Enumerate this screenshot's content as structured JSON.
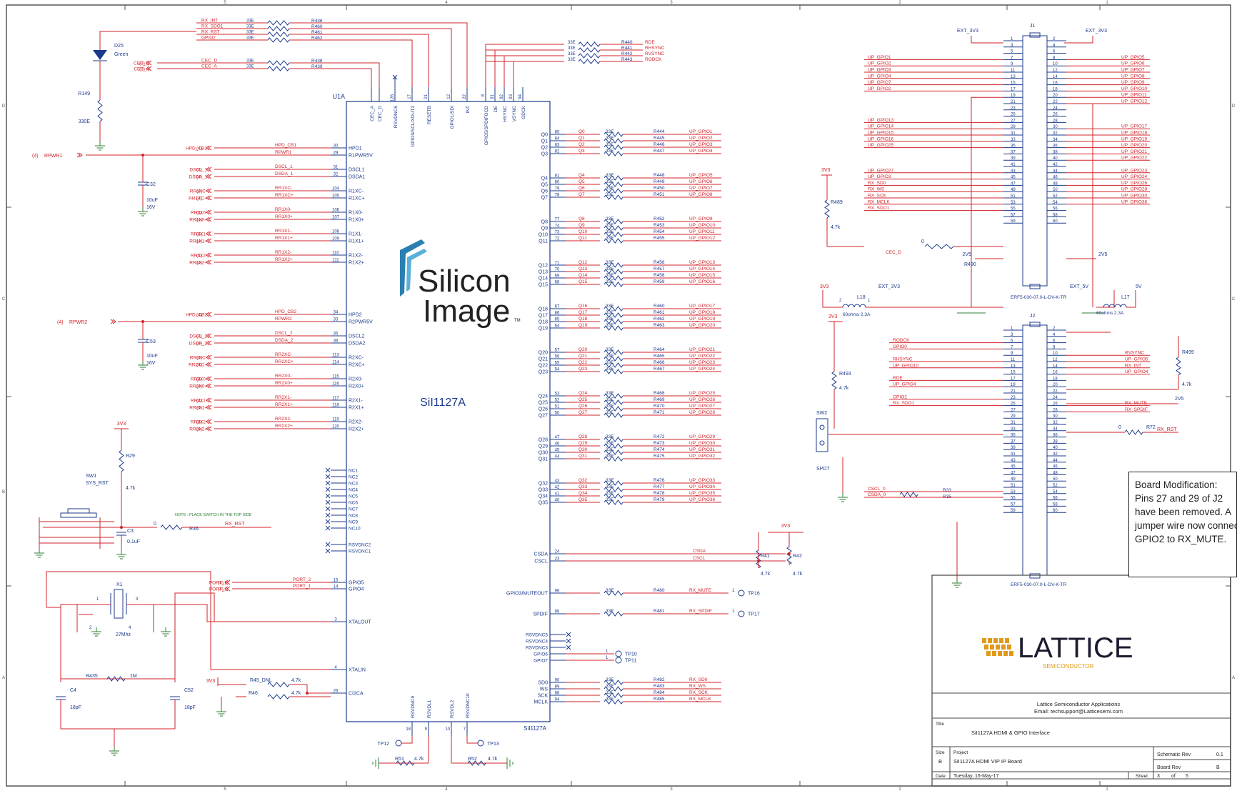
{
  "schematic": {
    "chip": {
      "ref": "U1A",
      "part": "SiI1127A",
      "part_footer": "SiI1127A",
      "logo_line1": "Silicon",
      "logo_line2": "Image",
      "logo_tm": "TM"
    },
    "top_pins": [
      "CEC_A",
      "CEC_D",
      "RSVDNC6",
      "GPIO0/SCL/XOUT2",
      "RESETB",
      "GPIO1/SDI",
      "INT",
      "GPIO5/SPDIFOCD",
      "DE",
      "HSYNC",
      "VSYNC",
      "ODCK"
    ],
    "left_pins": [
      {
        "num": "30",
        "name": "HPD1",
        "net": "HPD_CB1"
      },
      {
        "num": "29",
        "name": "R1PWR5V",
        "net": "RPWR1"
      },
      {
        "num": "31",
        "name": "DSCL1",
        "net": "DSCL_1"
      },
      {
        "num": "32",
        "name": "DSDA1",
        "net": "DSDA_1"
      },
      {
        "num": "104",
        "name": "R1XC-",
        "net": "RR1XC-"
      },
      {
        "num": "105",
        "name": "R1XC+",
        "net": "RR1XC+"
      },
      {
        "num": "106",
        "name": "R1X0-",
        "net": "RR1X0-"
      },
      {
        "num": "107",
        "name": "R1X0+",
        "net": "RR1X0+"
      },
      {
        "num": "108",
        "name": "R1X1-",
        "net": "RR1X1-"
      },
      {
        "num": "109",
        "name": "R1X1+",
        "net": "RR1X1+"
      },
      {
        "num": "110",
        "name": "R1X2-",
        "net": "RR1X2-"
      },
      {
        "num": "111",
        "name": "R1X2+",
        "net": "RR1X2+"
      },
      {
        "num": "34",
        "name": "HPD2",
        "net": "HPD_CB2"
      },
      {
        "num": "33",
        "name": "R2PWR5V",
        "net": "RPWR2"
      },
      {
        "num": "35",
        "name": "DSCL2",
        "net": "DSCL_2"
      },
      {
        "num": "36",
        "name": "DSDA2",
        "net": "DSDA_2"
      },
      {
        "num": "113",
        "name": "R2XC-",
        "net": "RR2XC-"
      },
      {
        "num": "114",
        "name": "R2XC+",
        "net": "RR2XC+"
      },
      {
        "num": "115",
        "name": "R2X0-",
        "net": "RR2X0-"
      },
      {
        "num": "116",
        "name": "R2X0+",
        "net": "RR2X0+"
      },
      {
        "num": "117",
        "name": "R2X1-",
        "net": "RR2X1-"
      },
      {
        "num": "118",
        "name": "R2X1+",
        "net": "RR2X1+"
      },
      {
        "num": "119",
        "name": "R2X2-",
        "net": "RR2X2-"
      },
      {
        "num": "120",
        "name": "R2X2+",
        "net": "RR2X2+"
      }
    ],
    "nc_pins": [
      "NC1",
      "NC2",
      "NC3",
      "NC4",
      "NC5",
      "NC6",
      "NC7",
      "NC8",
      "NC9",
      "NC10"
    ],
    "rsvd_left": [
      "RSVDNC2",
      "RSVDNC1"
    ],
    "gpio_left": [
      {
        "num": "15",
        "name": "GPIO5",
        "net": "PORT_2"
      },
      {
        "num": "14",
        "name": "GPIO4",
        "net": "PORT_1"
      }
    ],
    "xtal_pins": [
      {
        "num": "3",
        "name": "XTALOUT"
      },
      {
        "num": "4",
        "name": "XTALIN"
      },
      {
        "num": "26",
        "name": "CI2CA"
      }
    ],
    "q_groups": [
      {
        "pins": [
          [
            "Q0",
            "85"
          ],
          [
            "Q1",
            "84"
          ],
          [
            "Q2",
            "83"
          ],
          [
            "Q3",
            "82"
          ]
        ],
        "res": [
          "R444",
          "R445",
          "R446",
          "R447"
        ],
        "nets": [
          "UP_GPIO1",
          "UP_GPIO2",
          "UP_GPIO3",
          "UP_GPIO4"
        ]
      },
      {
        "pins": [
          [
            "Q4",
            "81"
          ],
          [
            "Q5",
            "80"
          ],
          [
            "Q6",
            "79"
          ],
          [
            "Q7",
            "78"
          ]
        ],
        "res": [
          "R448",
          "R449",
          "R450",
          "R451"
        ],
        "nets": [
          "UP_GPIO5",
          "UP_GPIO6",
          "UP_GPIO7",
          "UP_GPIO8"
        ]
      },
      {
        "pins": [
          [
            "Q8",
            "77"
          ],
          [
            "Q9",
            "74"
          ],
          [
            "Q10",
            "73"
          ],
          [
            "Q11",
            "72"
          ]
        ],
        "res": [
          "R452",
          "R453",
          "R454",
          "R455"
        ],
        "nets": [
          "UP_GPIO9",
          "UP_GPIO10",
          "UP_GPIO11",
          "UP_GPIO12"
        ]
      },
      {
        "pins": [
          [
            "Q12",
            "71"
          ],
          [
            "Q13",
            "70"
          ],
          [
            "Q14",
            "69"
          ],
          [
            "Q15",
            "68"
          ]
        ],
        "res": [
          "R456",
          "R457",
          "R458",
          "R459"
        ],
        "nets": [
          "UP_GPIO13",
          "UP_GPIO14",
          "UP_GPIO15",
          "UP_GPIO16"
        ]
      },
      {
        "pins": [
          [
            "Q16",
            "67"
          ],
          [
            "Q17",
            "66"
          ],
          [
            "Q18",
            "65"
          ],
          [
            "Q19",
            "64"
          ]
        ],
        "res": [
          "R460",
          "R461",
          "R462",
          "R463"
        ],
        "nets": [
          "UP_GPIO17",
          "UP_GPIO18",
          "UP_GPIO19",
          "UP_GPIO20"
        ]
      },
      {
        "pins": [
          [
            "Q20",
            "57"
          ],
          [
            "Q21",
            "56"
          ],
          [
            "Q22",
            "55"
          ],
          [
            "Q23",
            "54"
          ]
        ],
        "res": [
          "R464",
          "R465",
          "R466",
          "R467"
        ],
        "nets": [
          "UP_GPIO21",
          "UP_GPIO22",
          "UP_GPIO23",
          "UP_GPIO24"
        ]
      },
      {
        "pins": [
          [
            "Q24",
            "53"
          ],
          [
            "Q25",
            "52"
          ],
          [
            "Q26",
            "51"
          ],
          [
            "Q27",
            "50"
          ]
        ],
        "res": [
          "R468",
          "R469",
          "R470",
          "R471"
        ],
        "nets": [
          "UP_GPIO25",
          "UP_GPIO26",
          "UP_GPIO27",
          "UP_GPIO28"
        ]
      },
      {
        "pins": [
          [
            "Q28",
            "47"
          ],
          [
            "Q29",
            "46"
          ],
          [
            "Q30",
            "45"
          ],
          [
            "Q31",
            "44"
          ]
        ],
        "res": [
          "R472",
          "R473",
          "R474",
          "R475"
        ],
        "nets": [
          "UP_GPIO29",
          "UP_GPIO30",
          "UP_GPIO31",
          "UP_GPIO32"
        ]
      },
      {
        "pins": [
          [
            "Q32",
            "43"
          ],
          [
            "Q33",
            "42"
          ],
          [
            "Q34",
            "41"
          ],
          [
            "Q35",
            "40"
          ]
        ],
        "res": [
          "R476",
          "R477",
          "R478",
          "R479"
        ],
        "nets": [
          "UP_GPIO33",
          "UP_GPIO34",
          "UP_GPIO35",
          "UP_GPIO36"
        ]
      }
    ],
    "right_misc": {
      "csda": {
        "pin": "CSDA",
        "num": "24",
        "net": "CSDA"
      },
      "cscl": {
        "pin": "CSCL",
        "num": "23",
        "net": "CSCL"
      },
      "mute": {
        "pin": "GPIO3/MUTEOUT",
        "num": "96",
        "res": "R480",
        "net": "RX_MUTE",
        "tp": "TP16"
      },
      "spdif": {
        "pin": "SPDIF",
        "num": "95",
        "res": "R481",
        "net": "RX_SPDIF",
        "tp": "TP17"
      },
      "rsvd": [
        "RSVDNC5",
        "RSVDNC4",
        "RSVDNC3"
      ],
      "gpio6": {
        "pin": "GPIO6",
        "tp": "TP10"
      },
      "gpio7": {
        "pin": "GPIO7",
        "tp": "TP11"
      },
      "audio": [
        {
          "pin": "SD0",
          "num": "90",
          "res": "R482",
          "net": "RX_SD0"
        },
        {
          "pin": "WS",
          "num": "89",
          "res": "R483",
          "net": "RX_WS"
        },
        {
          "pin": "SCK",
          "num": "88",
          "res": "R484",
          "net": "RX_SCK"
        },
        {
          "pin": "MCLK",
          "num": "94",
          "res": "R485",
          "net": "RX_MCLK"
        }
      ],
      "res_value": "33E"
    },
    "bottom_pins": [
      "RSVDNC9",
      "RSVDL1",
      "RSVDL2",
      "RSVDNC10"
    ],
    "top_left_res": {
      "nets": [
        "RX_INT",
        "RX_SDO1",
        "RX_RST",
        "GPIO2"
      ],
      "refs": [
        "R436",
        "R460",
        "R461",
        "R462"
      ],
      "value": "33E"
    },
    "cec_res": {
      "nets": [
        "CEC_D",
        "CEC_A"
      ],
      "refs": [
        "R438",
        "R439"
      ],
      "value": "33E",
      "ports": [
        "CEC_D",
        "CEC_A"
      ]
    },
    "sync_res": {
      "nets": [
        "RDE",
        "RHSYNC",
        "RVSYNC",
        "RODCK"
      ],
      "refs": [
        "R440",
        "R441",
        "R442",
        "R443"
      ],
      "value": "33E"
    },
    "led": {
      "ref": "D25",
      "color": "Green",
      "res": "R149",
      "res_value": "330E"
    },
    "rpwr1": "RPWR1",
    "rpwr2": "RPWR2",
    "cap1": {
      "ref": "C32",
      "value": "10uF",
      "volt": "16V"
    },
    "cap2": {
      "ref": "C53",
      "value": "10uF",
      "volt": "16V"
    },
    "rst": {
      "net3v3": "3V3",
      "res": "R29",
      "res_value": "4.7k",
      "sw": "SW1",
      "sw_label": "SYS_RST",
      "cap": "C3",
      "cap_value": "0.1uF",
      "r0": "R36",
      "r0_value": "0",
      "net": "RX_RST",
      "note": "NOTE : PLACE SWITCH IN THE TOP SIDE"
    },
    "xtal": {
      "ref": "X1",
      "freq": "27Mhz",
      "rf": "R435",
      "rf_value": "1M",
      "c1": "C4",
      "c1v": "18pF",
      "c2": "C52",
      "c2v": "18pF",
      "net3v3": "3V3",
      "r45": "R45_DNL",
      "r45v": "4.7k",
      "r46": "R46",
      "r46v": "4.7k"
    },
    "bottom_res": {
      "r1": "R51",
      "r1v": "4.7k",
      "r2": "R52",
      "r2v": "4.7k",
      "tp1": "TP12",
      "tp2": "TP13"
    },
    "pullups": {
      "net": "3V3",
      "r1": "R41",
      "r1v": "4.7k",
      "r2": "R42",
      "r2v": "4.7k"
    },
    "j1": {
      "ref": "J1",
      "part": "ERF5-030-07.0-L-DV-K-TR",
      "ext_left": "EXT_3V3",
      "ext_right": "EXT_3V3",
      "left_nets": [
        "UP_GPIO1",
        "UP_GPIO2",
        "UP_GPIO3",
        "UP_GPIO4",
        "UP_GPIO7",
        "UP_GPIO2",
        "UP_GPIO13",
        "UP_GPIO14",
        "UP_GPIO15",
        "UP_GPIO16",
        "UP_GPIO25",
        "UP_GPIO27",
        "UP_GPIO3",
        "RX_SD0",
        "RX_WS",
        "RX_SCK",
        "RX_MCLK",
        "RX_SDO1"
      ],
      "right_nets": [
        "UP_GPIO5",
        "UP_GPIO6",
        "UP_GPIO7",
        "UP_GPIO8",
        "UP_GPIO9",
        "UP_GPIO10",
        "UP_GPIO11",
        "UP_GPIO12",
        "UP_GPIO17",
        "UP_GPIO18",
        "UP_GPIO19",
        "UP_GPIO20",
        "UP_GPIO21",
        "UP_GPIO22",
        "UP_GPIO23",
        "UP_GPIO24",
        "UP_GPIO26",
        "UP_GPIO28",
        "UP_GPIO30",
        "UP_GPIO36"
      ],
      "pin_left": [
        "1",
        "3",
        "5",
        "7",
        "9",
        "11",
        "13",
        "15",
        "17",
        "19",
        "21",
        "23",
        "25",
        "27",
        "29",
        "31",
        "33",
        "35",
        "37",
        "39",
        "41",
        "43",
        "45",
        "47",
        "49",
        "51",
        "53",
        "55",
        "57",
        "59"
      ],
      "pin_right": [
        "2",
        "4",
        "6",
        "8",
        "10",
        "12",
        "14",
        "16",
        "18",
        "20",
        "22",
        "24",
        "26",
        "28",
        "30",
        "32",
        "34",
        "36",
        "38",
        "40",
        "42",
        "44",
        "46",
        "48",
        "50",
        "52",
        "54",
        "56",
        "58",
        "60"
      ],
      "r489": "R489",
      "r489v": "4.7k",
      "net3v3": "3V3",
      "cec": "CEC_D",
      "r490": "R490",
      "r490v": "0",
      "v2v5_left": "2V5",
      "v2v5_right": "2V5"
    },
    "j2": {
      "ref": "J2",
      "part": "ERF5-030-07.0-L-DV-K-TR",
      "ext": "EXT_3V3",
      "ext5": "EXT_5V",
      "l18": "L18",
      "l18v": "60ohms 2.3A",
      "l17": "L17",
      "l17v": "60ohms 2.3A",
      "net3v3": "3V3",
      "net5v": "5V",
      "left_nets": [
        "RODCK",
        "GPIO0",
        "RHSYNC",
        "UP_GPIO10",
        "RDE",
        "UP_GPIO4",
        "GPIO2",
        "RX_SDO1"
      ],
      "right_nets": [
        "RVSYNC",
        "UP_GPIO5",
        "RX_INT",
        "UP_GPIO4",
        "RX_MUTE",
        "RX_SPDIF"
      ],
      "r493": "R493",
      "r493v": "4.7k",
      "sw2": "SW2",
      "sw2_label": "SPDT",
      "r499": "R499",
      "r499v": "4.7k",
      "v2v5": "2V5",
      "r572": "R72",
      "r572v": "0",
      "rst": "RX_RST",
      "cscl": "CSCL_0",
      "csda": "CSDA_0",
      "r33": "R33",
      "r35": "R35"
    },
    "title_block": {
      "company": "LATTICE",
      "sub": "SEMICONDUCTOR",
      "apps": "Lattice Semiconductor Applications",
      "email": "Email: techsupport@Latticesemi.com",
      "title_label": "Title",
      "title": "SiI1127A HDMI & GPIO Interface",
      "size_label": "Size",
      "size": "B",
      "project_label": "Project",
      "project": "SiI1127A HDMI VIP IP Board",
      "schem_rev_label": "Schematic Rev",
      "schem_rev": "0.1",
      "board_rev_label": "Board Rev",
      "board_rev": "B",
      "date_label": "Date:",
      "date": "Tuesday, 16-May-17",
      "sheet_label": "Sheet",
      "sheet": "3",
      "of": "of",
      "sheet_total": "5"
    },
    "note_lines": [
      "Board Modification:",
      "Pins 27 and 29 of J2",
      "have been removed. A",
      "jumper wire now connects",
      "GPIO2 to RX_MUTE."
    ],
    "border_cols": [
      "5",
      "4",
      "3",
      "2",
      "1"
    ],
    "border_rows": [
      "D",
      "C",
      "B",
      "A"
    ]
  }
}
